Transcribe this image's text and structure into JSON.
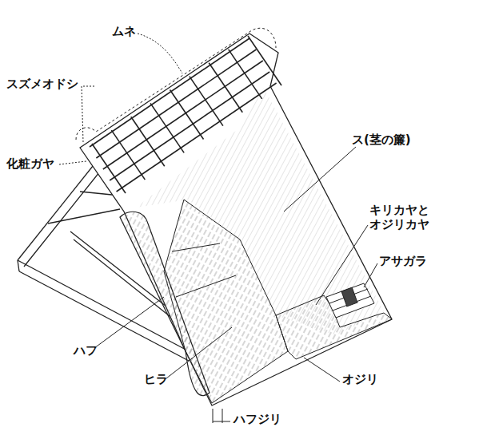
{
  "diagram": {
    "labels": [
      "ムネ",
      "スズメオドシ",
      "化粧ガヤ",
      "ス(茎の簾)",
      "キリカヤと オジリカヤ",
      "アサガラ",
      "ハフ",
      "ヒラ",
      "オジリ",
      "ハフジリ"
    ]
  }
}
